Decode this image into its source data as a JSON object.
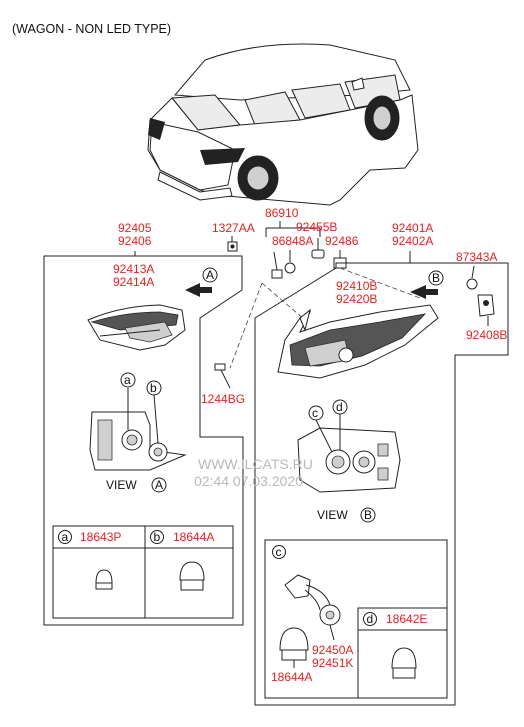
{
  "header": {
    "title": "(WAGON - NON LED TYPE)"
  },
  "colors": {
    "part_number": "#e8231f",
    "line": "#222222",
    "watermark": "#b9b9b9"
  },
  "parts": {
    "lamp_left_outer": "92405",
    "lamp_left_outer_2": "92406",
    "lamp_left_inner": "92413A",
    "lamp_left_inner_2": "92414A",
    "nut": "1327AA",
    "wiring": "86910",
    "clip_a": "92455B",
    "clip_b": "86848A",
    "pad": "92486",
    "lamp_right_assy": "92401A",
    "lamp_right_assy_2": "92402A",
    "grommet": "87343A",
    "lamp_right_sub": "92410B",
    "lamp_right_sub_2": "92420B",
    "bracket": "92408B",
    "screw": "1244BG",
    "bulb_a": "18643P",
    "bulb_b": "18644A",
    "socket": "92450A",
    "socket_2": "92451K",
    "bulb_c": "18644A",
    "bulb_d": "18642E"
  },
  "callouts": {
    "A": "A",
    "B": "B",
    "a": "a",
    "b": "b",
    "c": "c",
    "d": "d"
  },
  "views": {
    "view_a": "VIEW",
    "view_b": "VIEW"
  },
  "watermark": {
    "line1": "WWW.ILCATS.RU",
    "line2": "02:44 07.03.2020"
  }
}
